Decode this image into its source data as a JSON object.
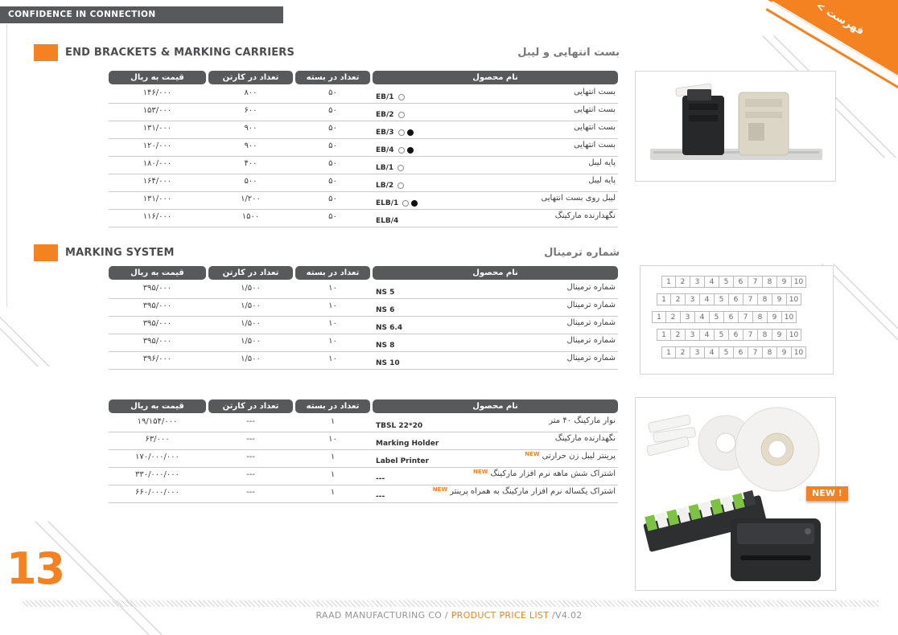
{
  "page": {
    "top_bar": "CONFIDENCE IN CONNECTION",
    "ribbon_label": "< فهرست",
    "page_number": "13",
    "new_badge": "NEW !",
    "footer_pre": "RAAD MANUFACTURING CO / ",
    "footer_highlight": "PRODUCT PRICE LIST",
    "footer_post": " /V4.02"
  },
  "colors": {
    "orange": "#F58220",
    "dark_gray": "#58595B"
  },
  "labels": {
    "new_flag": "NEW"
  },
  "columns": {
    "price": "قیمت به ریال",
    "carton": "تعداد در کارتن",
    "pack": "تعداد در بسته",
    "name": "نام محصول"
  },
  "section1": {
    "title_en": "END BRACKETS & MARKING CARRIERS",
    "title_fa": "بست انتهایی و لیبل",
    "table": {
      "rows": [
        {
          "name_fa": "بست انتهایی",
          "code": "EB/1",
          "dots": [
            "white"
          ],
          "pack": "۵۰",
          "carton": "۸۰۰",
          "price": "۱۴۶/۰۰۰"
        },
        {
          "name_fa": "بست انتهایی",
          "code": "EB/2",
          "dots": [
            "white"
          ],
          "pack": "۵۰",
          "carton": "۶۰۰",
          "price": "۱۵۳/۰۰۰"
        },
        {
          "name_fa": "بست انتهایی",
          "code": "EB/3",
          "dots": [
            "white",
            "black"
          ],
          "pack": "۵۰",
          "carton": "۹۰۰",
          "price": "۱۳۱/۰۰۰"
        },
        {
          "name_fa": "بست انتهایی",
          "code": "EB/4",
          "dots": [
            "white",
            "black"
          ],
          "pack": "۵۰",
          "carton": "۹۰۰",
          "price": "۱۲۰/۰۰۰"
        },
        {
          "name_fa": "پایه لیبل",
          "code": "LB/1",
          "dots": [
            "white"
          ],
          "pack": "۵۰",
          "carton": "۴۰۰",
          "price": "۱۸۰/۰۰۰"
        },
        {
          "name_fa": "پایه لیبل",
          "code": "LB/2",
          "dots": [
            "white"
          ],
          "pack": "۵۰",
          "carton": "۵۰۰",
          "price": "۱۶۴/۰۰۰"
        },
        {
          "name_fa": "لیبل روی بست انتهایی",
          "code": "ELB/1",
          "dots": [
            "white",
            "black"
          ],
          "pack": "۵۰",
          "carton": "۱/۲۰۰",
          "price": "۱۳۱/۰۰۰"
        },
        {
          "name_fa": "نگهدارنده مارکینگ",
          "code": "ELB/4",
          "dots": [],
          "pack": "۵۰",
          "carton": "۱۵۰۰",
          "price": "۱۱۶/۰۰۰"
        }
      ]
    }
  },
  "section2": {
    "title_en": "MARKING SYSTEM",
    "title_fa": "شماره ترمینال",
    "table1": {
      "rows": [
        {
          "name_fa": "شماره ترمینال",
          "code": "NS 5",
          "dots": [],
          "pack": "۱۰",
          "carton": "۱/۵۰۰",
          "price": "۳۹۵/۰۰۰"
        },
        {
          "name_fa": "شماره ترمینال",
          "code": "NS 6",
          "dots": [],
          "pack": "۱۰",
          "carton": "۱/۵۰۰",
          "price": "۳۹۵/۰۰۰"
        },
        {
          "name_fa": "شماره ترمینال",
          "code": "NS 6.4",
          "dots": [],
          "pack": "۱۰",
          "carton": "۱/۵۰۰",
          "price": "۳۹۵/۰۰۰"
        },
        {
          "name_fa": "شماره ترمینال",
          "code": "NS 8",
          "dots": [],
          "pack": "۱۰",
          "carton": "۱/۵۰۰",
          "price": "۳۹۵/۰۰۰"
        },
        {
          "name_fa": "شماره ترمینال",
          "code": "NS 10",
          "dots": [],
          "pack": "۱۰",
          "carton": "۱/۵۰۰",
          "price": "۳۹۶/۰۰۰"
        }
      ]
    },
    "table2": {
      "rows": [
        {
          "name_fa": "نوار مارکینگ ۴۰ متر",
          "code": "TBSL 22*20",
          "dots": [],
          "pack": "۱",
          "carton": "---",
          "price": "۱۹/۱۵۴/۰۰۰"
        },
        {
          "name_fa": "نگهدارنده مارکینگ",
          "code": "Marking Holder",
          "dots": [],
          "pack": "۱۰",
          "carton": "---",
          "price": "۶۳/۰۰۰"
        },
        {
          "name_fa": "پرینتر لیبل زن حرارتی",
          "new": true,
          "code": "Label Printer",
          "dots": [],
          "pack": "۱",
          "carton": "---",
          "price": "۱۷۰/۰۰۰/۰۰۰"
        },
        {
          "name_fa": "اشتراک شش ماهه نرم افزار مارکینگ",
          "new": true,
          "code": "---",
          "dots": [],
          "pack": "۱",
          "carton": "---",
          "price": "۳۳۰/۰۰۰/۰۰۰"
        },
        {
          "name_fa": "اشتراک یکساله نرم افزار مارکینگ به همراه پرینتر",
          "new": true,
          "code": "---",
          "dots": [],
          "pack": "۱",
          "carton": "---",
          "price": "۶۶۰/۰۰۰/۰۰۰"
        }
      ]
    }
  },
  "images": {
    "terminal_numbers": {
      "rows": 5,
      "numbers": [
        "1",
        "2",
        "3",
        "4",
        "5",
        "6",
        "7",
        "8",
        "9",
        "10"
      ]
    }
  }
}
